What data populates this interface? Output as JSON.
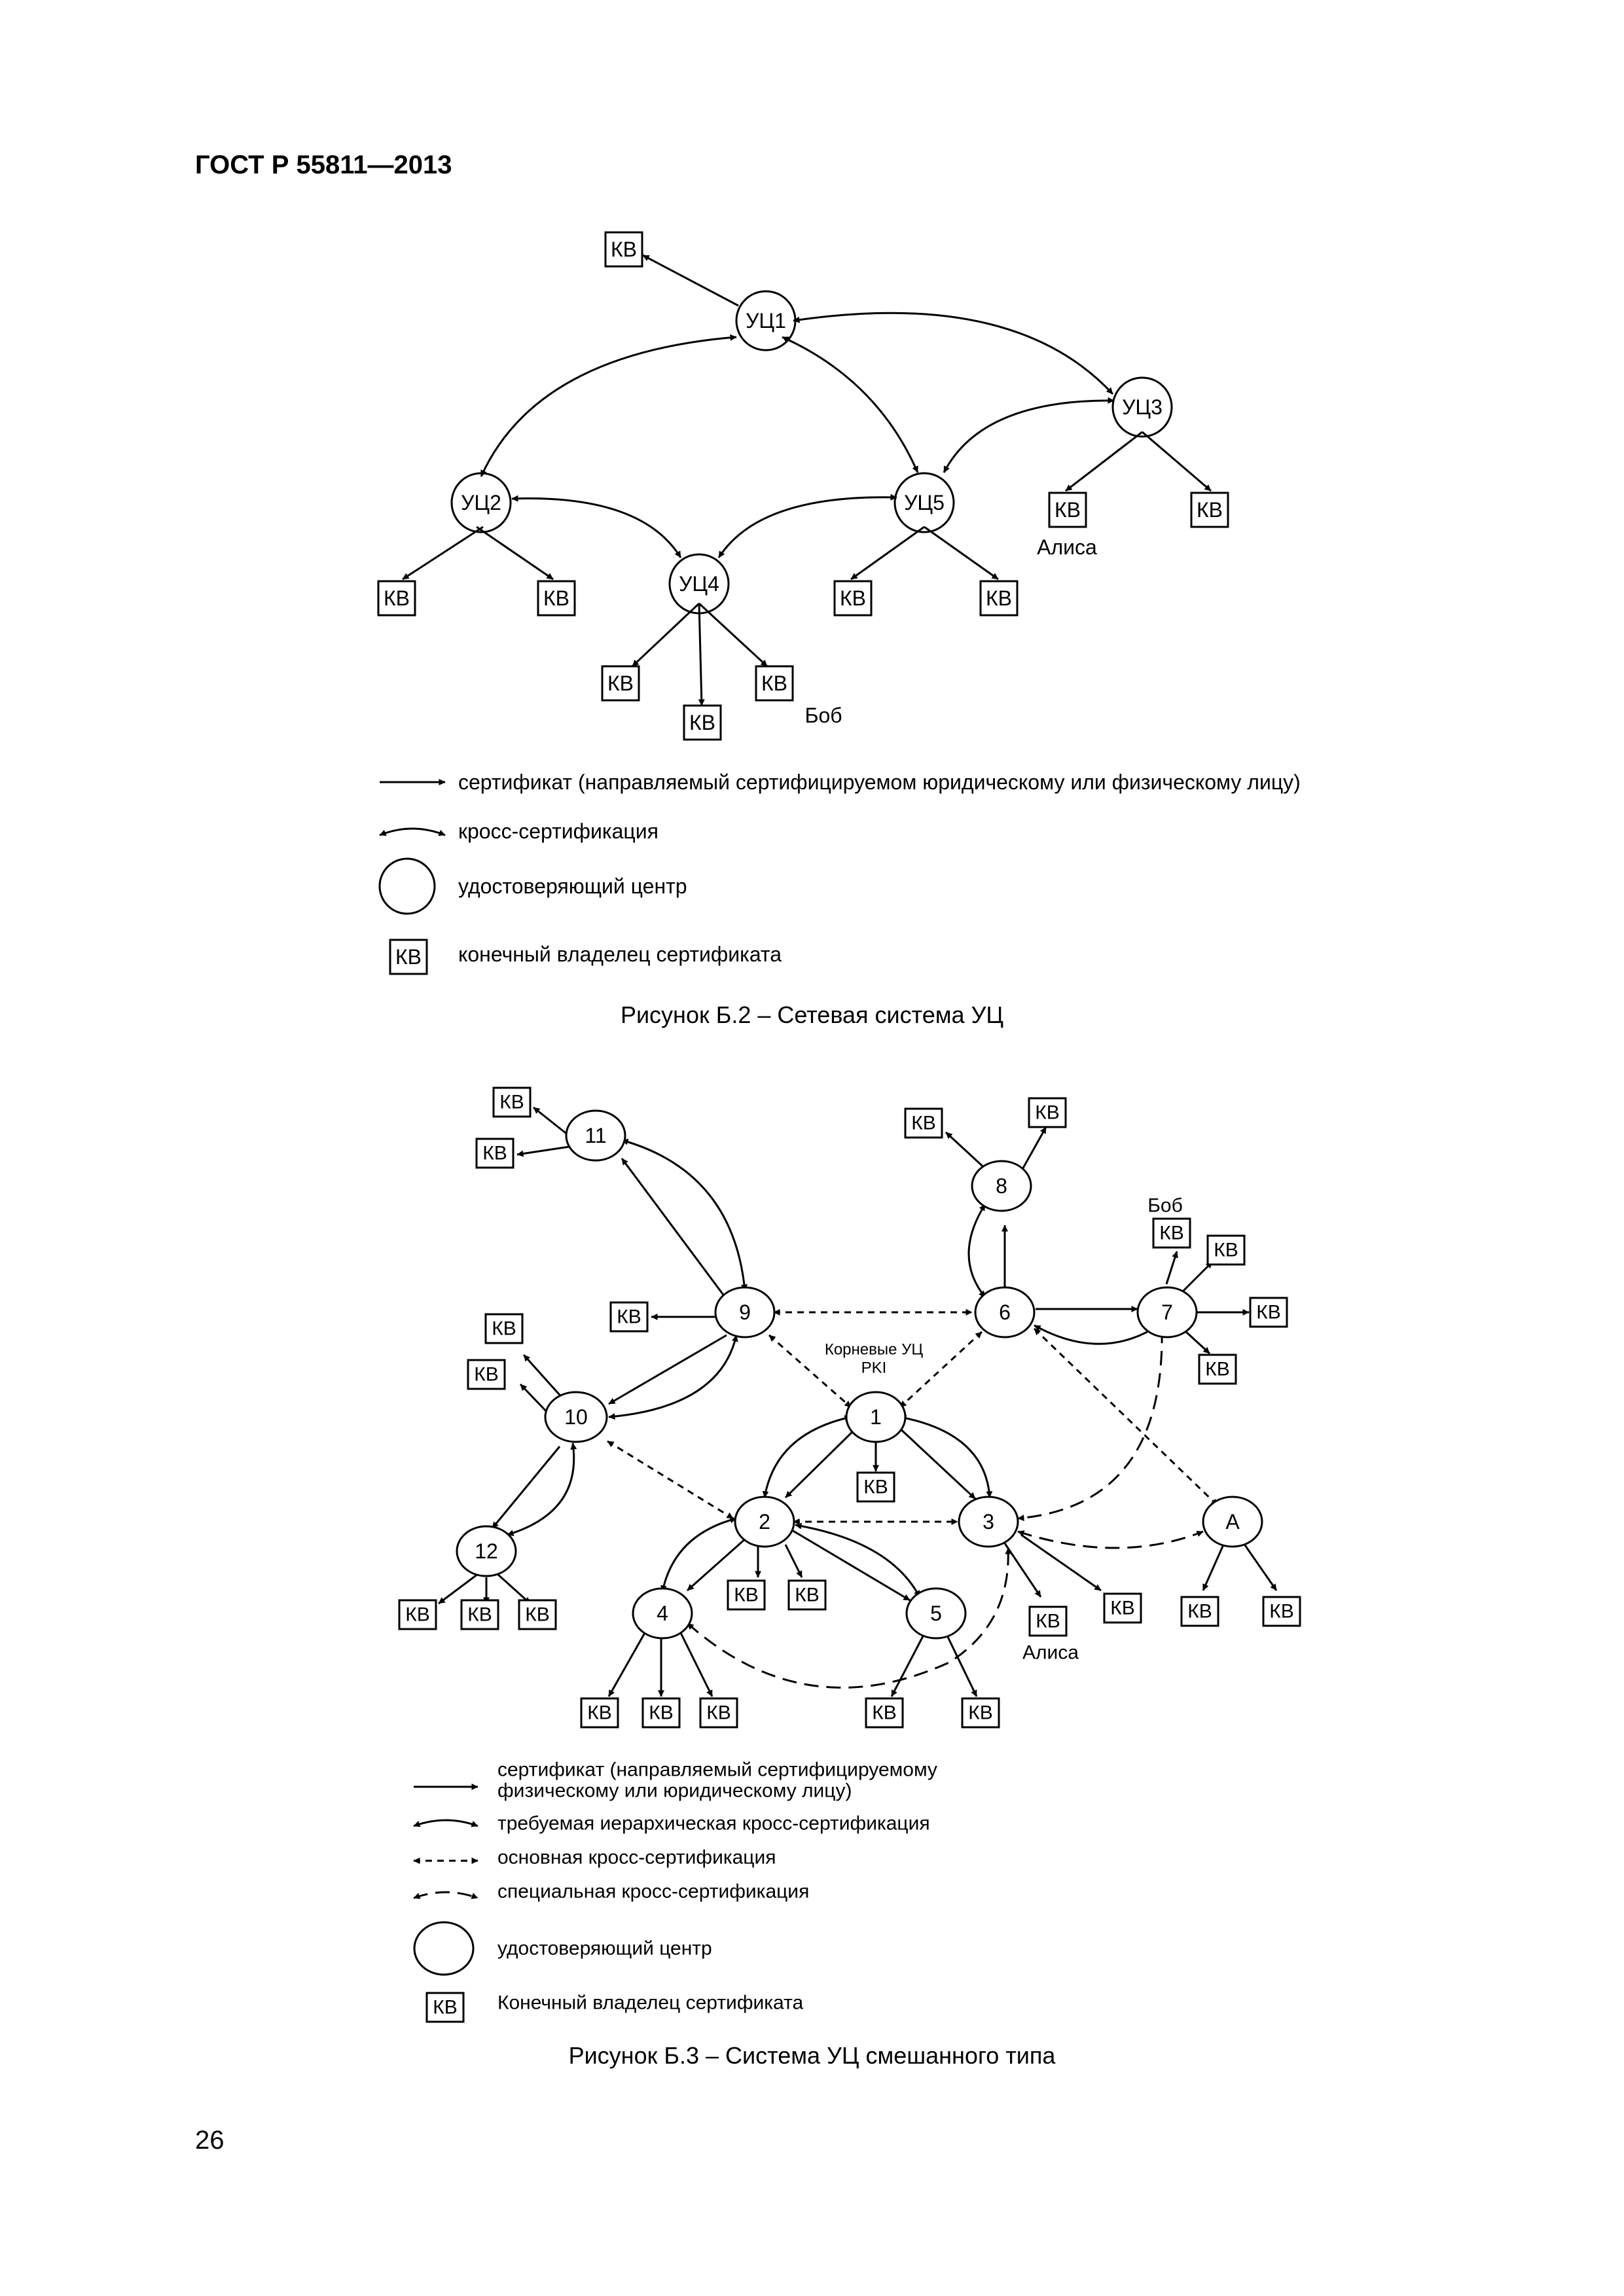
{
  "page": {
    "header": "ГОСТ Р 55811—2013",
    "page_number": "26"
  },
  "fig1": {
    "caption": "Рисунок Б.2 – Сетевая система УЦ",
    "labels": {
      "ca1": "УЦ1",
      "ca2": "УЦ2",
      "ca3": "УЦ3",
      "ca4": "УЦ4",
      "ca5": "УЦ5",
      "end_entity": "КВ",
      "alice": "Алиса",
      "bob": "Боб"
    },
    "legend": {
      "certificate": "сертификат (направляемый сертифицируемом юридическому или физическому лицу)",
      "cross": "кросс-сертификация",
      "ca": "удостоверяющий центр",
      "ee_box": "КВ",
      "ee": "конечный владелец сертификата"
    }
  },
  "fig2": {
    "caption": "Рисунок Б.3 – Система УЦ смешанного типа",
    "labels": {
      "n1": "1",
      "n2": "2",
      "n3": "3",
      "n4": "4",
      "n5": "5",
      "n6": "6",
      "n7": "7",
      "n8": "8",
      "n9": "9",
      "n10": "10",
      "n11": "11",
      "n12": "12",
      "nA": "А",
      "end_entity": "КВ",
      "alice": "Алиса",
      "bob": "Боб",
      "root_line1": "Корневые УЦ",
      "root_line2": "PKI"
    },
    "legend": {
      "certificate_line1": "сертификат (направляемый сертифицируемому",
      "certificate_line2": "физическому или юридическому лицу)",
      "hier": "требуемая иерархическая кросс-сертификация",
      "basic": "основная кросс-сертификация",
      "special": "специальная кросс-сертификация",
      "ca": "удостоверяющий центр",
      "ee_box": "КВ",
      "ee": "Конечный владелец сертификата"
    }
  }
}
